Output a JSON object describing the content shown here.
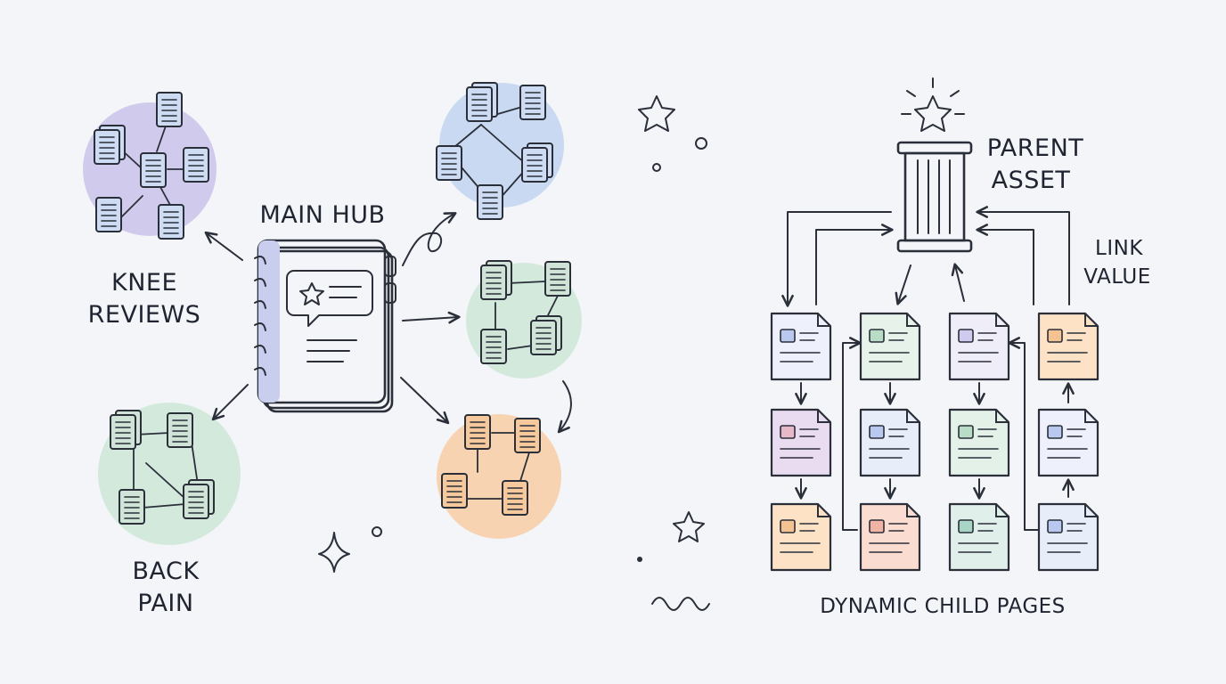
{
  "labels": {
    "knee": [
      "KNEE",
      "REVIEWS"
    ],
    "back": [
      "BACK",
      "PAIN"
    ],
    "hub": "MAIN HUB",
    "parent": [
      "PARENT",
      "ASSET"
    ],
    "link": [
      "LINK",
      "VALUE"
    ],
    "children": "DYNAMIC CHILD PAGES"
  },
  "colors": {
    "ink": "#2a2f3a",
    "purple": "#c9c3ea",
    "blue": "#c3d6ef",
    "green": "#cfe8d8",
    "orange": "#f7cfa8",
    "doc_purple": "#d6d2ef",
    "doc_blue": "#cddcf2",
    "doc_green": "#cfe4d6",
    "doc_orange": "#f5c99c",
    "star": "#f3cf7a",
    "star_teal": "#9ed8c2"
  },
  "icons": [
    "document-icon",
    "notebook-icon",
    "pillar-icon",
    "star-icon",
    "sparkle-icon",
    "squiggle-icon"
  ]
}
